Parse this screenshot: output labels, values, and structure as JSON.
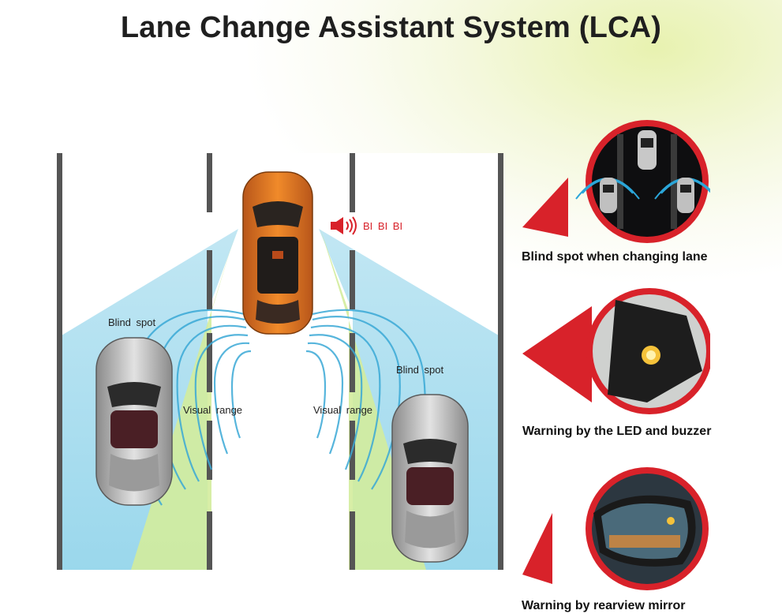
{
  "title": "Lane Change Assistant System (LCA)",
  "diagram": {
    "blind_spot_left": "Blind  spot",
    "blind_spot_right": "Blind  spot",
    "visual_range_left": "Visual  range",
    "visual_range_right": "Visual  range",
    "alert_sound": "BI  BI  BI"
  },
  "panels": [
    {
      "caption": "Blind spot when changing lane",
      "icon": "blind-spot-cars-icon"
    },
    {
      "caption": "Warning by the LED and buzzer",
      "icon": "mirror-led-icon"
    },
    {
      "caption": "Warning by rearview mirror",
      "icon": "rearview-mirror-icon"
    }
  ],
  "colors": {
    "accent_red": "#d8222a",
    "sensor_blue": "#8fd3ea",
    "visual_green": "#d3ec9c",
    "ego_car": "#e67e22",
    "other_car": "#b8b8b8"
  }
}
